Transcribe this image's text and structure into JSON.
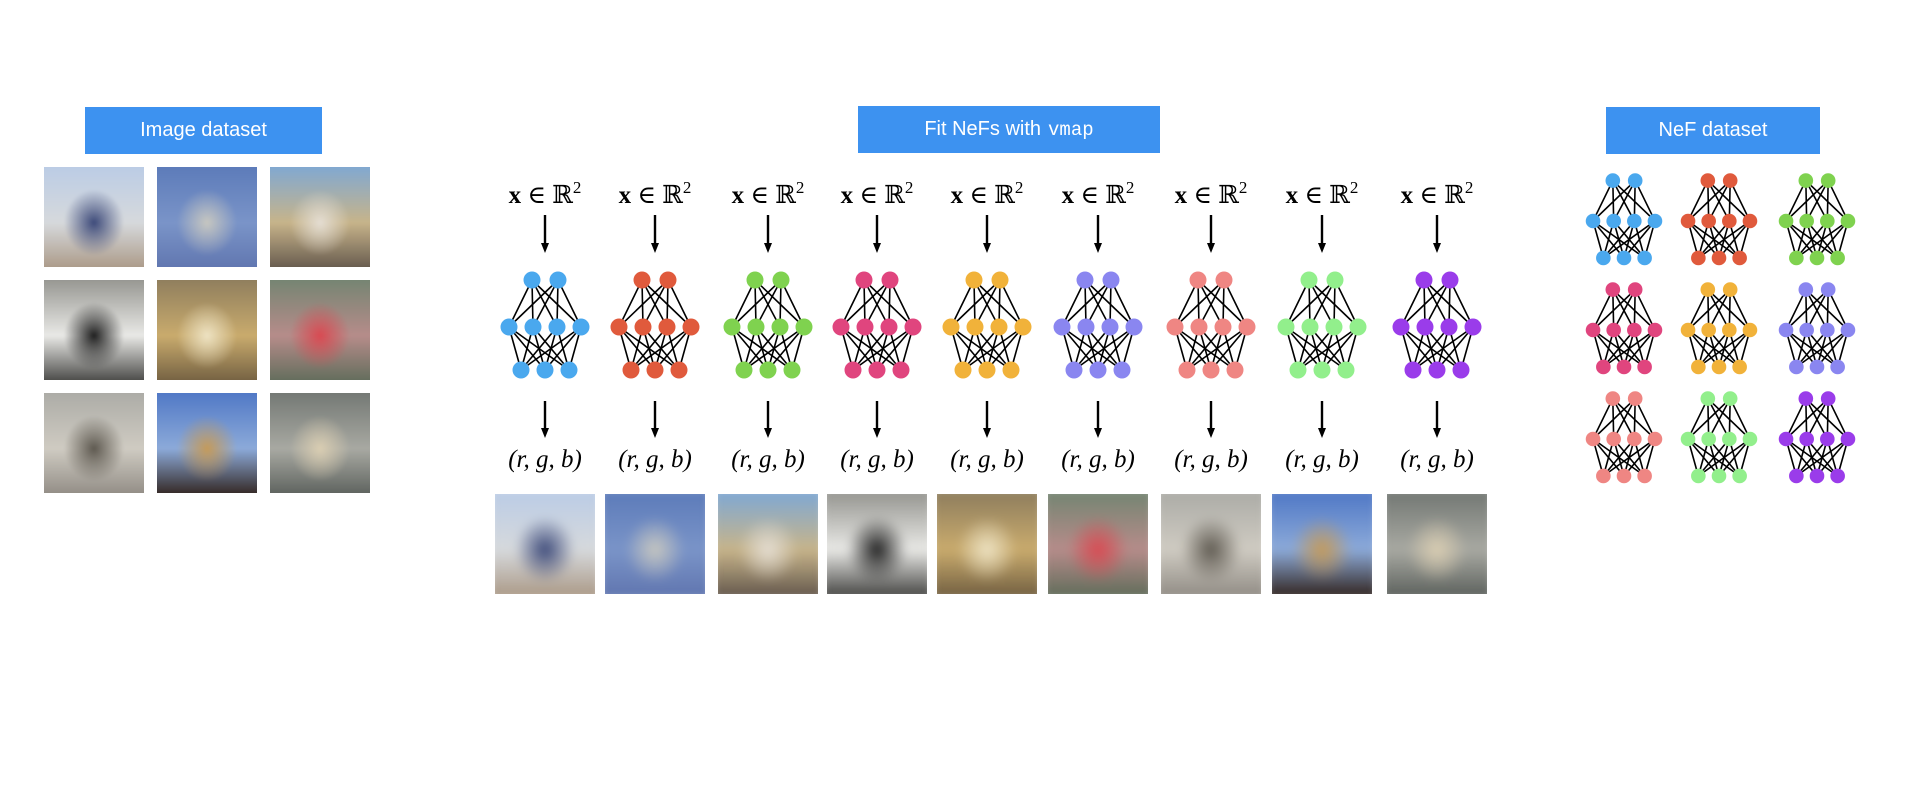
{
  "headers": {
    "image_dataset": "Image dataset",
    "fit_nefs_prefix": "Fit NeFs with",
    "fit_nefs_code": "vmap",
    "nef_dataset": "NeF dataset"
  },
  "columns": {
    "input_label_var": "x",
    "input_label_rest": " ∈ ℝ",
    "input_label_exp": "2",
    "output_label": "(r, g, b)"
  },
  "colors": {
    "accent": "#3d92f0",
    "networks": [
      "#4aa8ee",
      "#e05a3c",
      "#7fd24f",
      "#e0457e",
      "#f1b23a",
      "#8a86f0",
      "#ef8683",
      "#92ef8c",
      "#9a3cea"
    ]
  },
  "images": [
    {
      "name": "airplane-on-runway",
      "top": "#b9cbe6",
      "mid": "#d6d9dc",
      "bottom": "#a79480",
      "accent": "#3d4a7a"
    },
    {
      "name": "airplane-in-sky",
      "top": "#5a79b8",
      "mid": "#7a94c8",
      "bottom": "#5e73ad",
      "accent": "#c6c6c0"
    },
    {
      "name": "airplane-outdoors",
      "top": "#7aa7d8",
      "mid": "#c7b48a",
      "bottom": "#5d5148",
      "accent": "#e4ddd2"
    },
    {
      "name": "white-car-front",
      "top": "#8f8f8a",
      "mid": "#e9e9e6",
      "bottom": "#3a3a38",
      "accent": "#1e1e1e"
    },
    {
      "name": "yellow-car",
      "top": "#8a7a5c",
      "mid": "#c9ab6d",
      "bottom": "#6c5a3e",
      "accent": "#ede2c2"
    },
    {
      "name": "decorated-vehicle",
      "top": "#6f8470",
      "mid": "#b68c8a",
      "bottom": "#5a6a57",
      "accent": "#d84a52"
    },
    {
      "name": "bird-closeup",
      "top": "#a9a9a4",
      "mid": "#cfcbc2",
      "bottom": "#8c8780",
      "accent": "#5e5950"
    },
    {
      "name": "ostrich",
      "top": "#4b74c4",
      "mid": "#8caad9",
      "bottom": "#2b1b12",
      "accent": "#c49a5a"
    },
    {
      "name": "bird-on-branch",
      "top": "#6f7470",
      "mid": "#a8a9a2",
      "bottom": "#575c58",
      "accent": "#d9cdb2"
    }
  ]
}
